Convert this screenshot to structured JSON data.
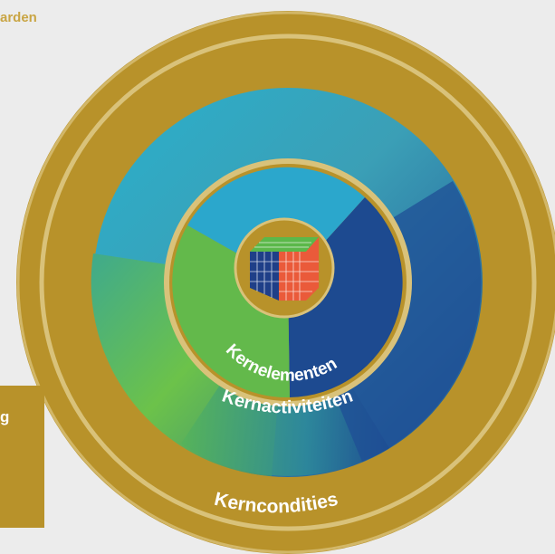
{
  "header": {
    "partial_label": "arden"
  },
  "side_box": {
    "partial_label": "g"
  },
  "rings": {
    "outer": "Kerncondities",
    "middle": "Kernactiviteiten",
    "inner": "Kernelementen"
  },
  "colors": {
    "gold": "#b8922a",
    "gold_light": "#d9c27a",
    "cyan": "#2aa7cf",
    "green": "#5cb84c",
    "navy": "#1c3f86"
  },
  "icons": {
    "center": "rubiks-cube-icon"
  }
}
